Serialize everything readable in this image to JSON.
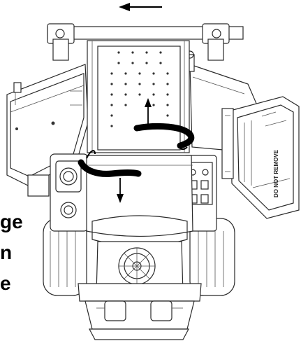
{
  "diagram": {
    "side_labels": [
      "ge",
      "n",
      "e"
    ],
    "decal_text": "DO NOT REMOVE",
    "icons": {
      "direction": "left-arrow-icon",
      "lift_up": "up-arrow-icon",
      "lower_down": "down-arrow-icon"
    },
    "colors": {
      "line": "#2a2a2a",
      "band": "#000000",
      "background": "#ffffff"
    }
  }
}
